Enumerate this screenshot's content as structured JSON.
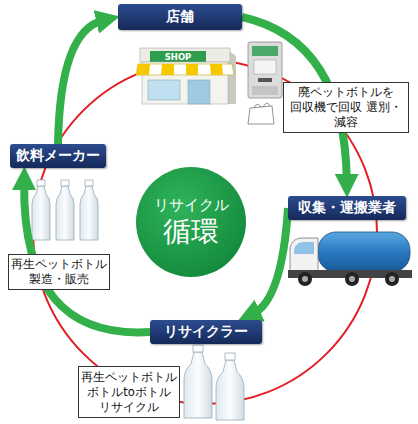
{
  "diagram": {
    "nodes": [
      {
        "text": [
          "店舗"
        ]
      },
      {
        "text": [
          "廃ペットボトルを 回収機で回収 選別・減容"
        ]
      },
      {
        "text": [
          "飲料メーカー"
        ]
      },
      {
        "text": [
          "リサイクル",
          "循環"
        ]
      },
      {
        "text": [
          "収集・運搬業者"
        ]
      },
      {
        "text": [
          "再生ペットボトル 製造・販売"
        ]
      },
      {
        "text": [
          "リサイクラー"
        ]
      },
      {
        "text": [
          "再生ペットボトル ボトルtoボトル リサイクル"
        ]
      }
    ],
    "edges": [
      {
        "from": 0,
        "to": 4,
        "arrow": "to"
      },
      {
        "from": 4,
        "to": 6,
        "arrow": "to"
      },
      {
        "from": 6,
        "to": 2,
        "arrow": "to"
      },
      {
        "from": 2,
        "to": 0,
        "arrow": "to"
      }
    ],
    "labels": [
      "SHOP"
    ]
  }
}
